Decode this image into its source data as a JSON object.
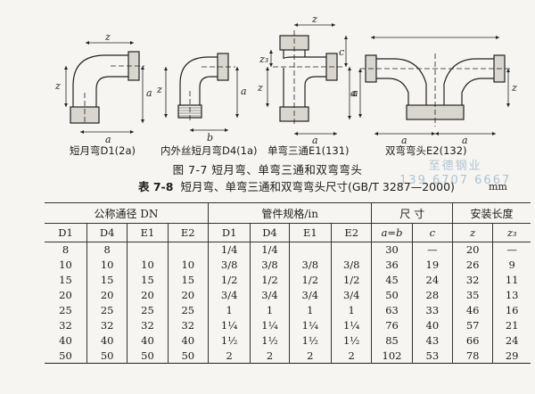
{
  "figure": {
    "captions": [
      "短月弯D1(2a)",
      "内外丝短月弯D4(1a)",
      "单弯三通E1(131)",
      "双弯弯头E2(132)"
    ],
    "dim_letters": {
      "z": "z",
      "z3": "z₃",
      "a": "a",
      "b": "b",
      "c": "c"
    },
    "title": "图 7-7   短月弯、单弯三通和双弯弯头"
  },
  "watermark": {
    "line1": "至德钢业",
    "line2": "139 6707 6667"
  },
  "table": {
    "number": "表 7-8",
    "title": "短月弯、单弯三通和双弯弯头尺寸(GB/T 3287—2000)",
    "unit": "mm",
    "groups": {
      "dn": "公称通径 DN",
      "spec": "管件规格/in",
      "dim": "尺  寸",
      "install": "安装长度"
    },
    "subheaders": [
      "D1",
      "D4",
      "E1",
      "E2",
      "D1",
      "D4",
      "E1",
      "E2",
      "a=b",
      "c",
      "z",
      "z₃"
    ],
    "rows": [
      [
        "8",
        "8",
        "",
        "",
        "1/4",
        "1/4",
        "",
        "",
        "30",
        "—",
        "20",
        "—"
      ],
      [
        "10",
        "10",
        "10",
        "10",
        "3/8",
        "3/8",
        "3/8",
        "3/8",
        "36",
        "19",
        "26",
        "9"
      ],
      [
        "15",
        "15",
        "15",
        "15",
        "1/2",
        "1/2",
        "1/2",
        "1/2",
        "45",
        "24",
        "32",
        "11"
      ],
      [
        "20",
        "20",
        "20",
        "20",
        "3/4",
        "3/4",
        "3/4",
        "3/4",
        "50",
        "28",
        "35",
        "13"
      ],
      [
        "25",
        "25",
        "25",
        "25",
        "1",
        "1",
        "1",
        "1",
        "63",
        "33",
        "46",
        "16"
      ],
      [
        "32",
        "32",
        "32",
        "32",
        "1¼",
        "1¼",
        "1¼",
        "1¼",
        "76",
        "40",
        "57",
        "21"
      ],
      [
        "40",
        "40",
        "40",
        "40",
        "1½",
        "1½",
        "1½",
        "1½",
        "85",
        "43",
        "66",
        "24"
      ],
      [
        "50",
        "50",
        "50",
        "50",
        "2",
        "2",
        "2",
        "2",
        "102",
        "53",
        "78",
        "29"
      ]
    ]
  }
}
